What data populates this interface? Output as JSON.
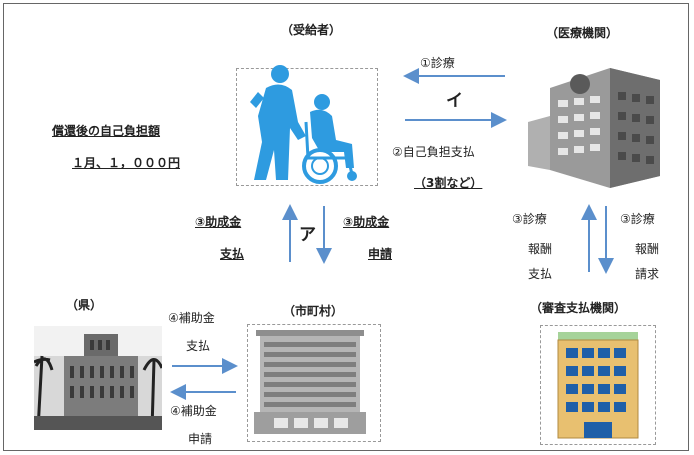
{
  "nodes": {
    "recipient": "（受給者）",
    "medical": "（医療機関）",
    "prefecture": "（県）",
    "municipality": "（市町村）",
    "review": "（審査支払機関）"
  },
  "burden": {
    "line1": "償還後の自己負担額",
    "line2": "１月、１，０００円"
  },
  "flows": {
    "consult": "①診療",
    "flow_i": "イ",
    "self_pay": "②自己負担支払",
    "self_pay_note": "（3割など）",
    "subsidy_pay_1": "③助成金",
    "subsidy_pay_2": "支払",
    "flow_a": "ア",
    "subsidy_req_1": "③助成金",
    "subsidy_req_2": "申請",
    "fee_pay_1": "③診療",
    "fee_pay_2": "報酬",
    "fee_pay_3": "支払",
    "fee_req_1": "③診療",
    "fee_req_2": "報酬",
    "fee_req_3": "請求",
    "grant_pay_1": "④補助金",
    "grant_pay_2": "支払",
    "grant_req_1": "④補助金",
    "grant_req_2": "申請"
  },
  "colors": {
    "arrow": "#5b8fcc",
    "person": "#2e9be0",
    "building_gray": "#8a8a8a",
    "review_building": "#e8c070"
  }
}
